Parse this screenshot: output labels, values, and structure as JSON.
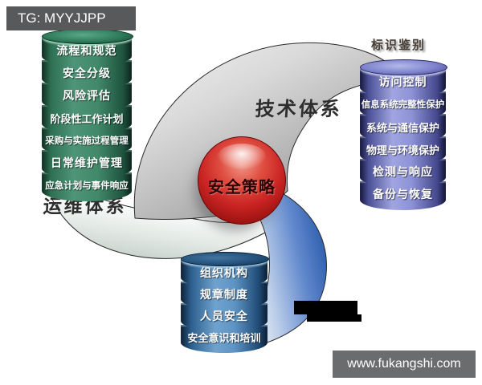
{
  "badges": {
    "tag": "TG: MYYJJPP",
    "website": "www.fukangshi.com"
  },
  "center": {
    "label": "安全策略"
  },
  "arm_labels": {
    "tech": "技术体系",
    "ops": "运维体系"
  },
  "cylinders": {
    "ops": {
      "items": [
        "流程和规范",
        "安全分级",
        "风险评估",
        "阶段性工作计划",
        "采购与实施过程管理",
        "日常维护管理",
        "应急计划与事件响应"
      ]
    },
    "tech": {
      "top_label": "标识鉴别",
      "items": [
        "访问控制",
        "信息系统完整性保护",
        "系统与通信保护",
        "物理与环境保护",
        "检测与响应",
        "备份与恢复"
      ]
    },
    "mgmt": {
      "items": [
        "组织机构",
        "规章制度",
        "人员安全",
        "安全意识和培训"
      ]
    }
  },
  "colors": {
    "ops_cylinder_green": "#418969",
    "tech_cylinder_purple": "#8d92d6",
    "mgmt_cylinder_blue": "#5d94c4",
    "sphere_red": "#cb2524",
    "arm_silver": "#c9c9c9",
    "arm_blue": "#5f87cc",
    "badge_gray": "#58595b",
    "redaction_black": "#000000"
  }
}
